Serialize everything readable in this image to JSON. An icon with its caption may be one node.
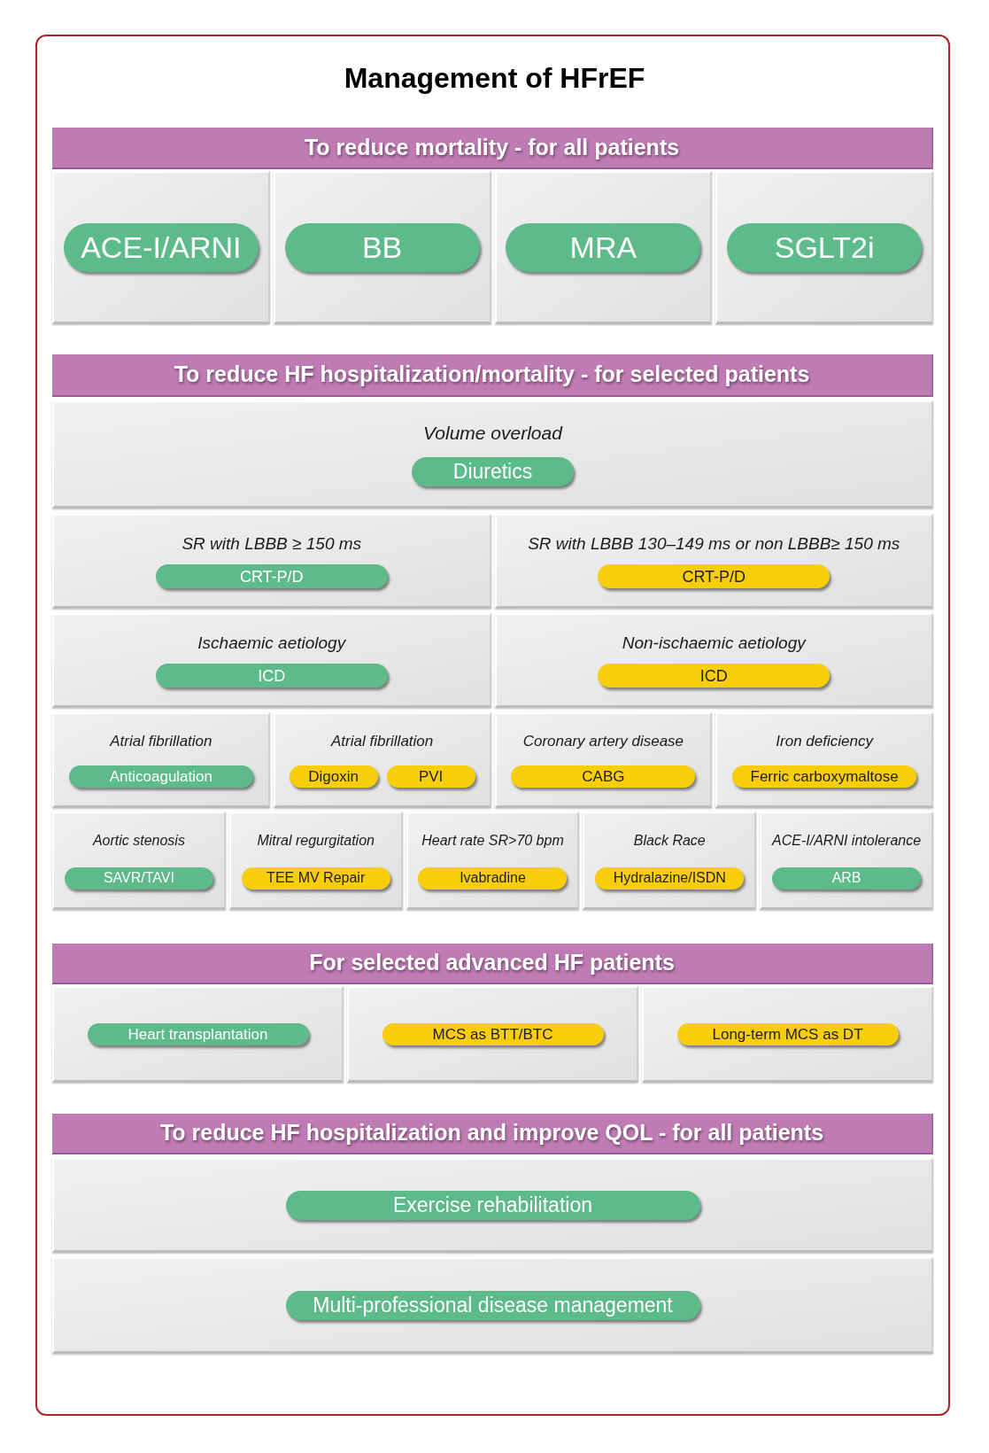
{
  "diagram": {
    "title": "Management of HFrEF",
    "nodes": [
      {
        "text": [
          "To reduce mortality - for all patients"
        ]
      },
      {
        "text": [],
        "shape": "box"
      },
      {
        "text": [
          "ACE-I/ARNI"
        ],
        "in": 1
      },
      {
        "text": [],
        "shape": "box"
      },
      {
        "text": [
          "BB"
        ],
        "in": 3
      },
      {
        "text": [],
        "shape": "box"
      },
      {
        "text": [
          "MRA"
        ],
        "in": 5
      },
      {
        "text": [],
        "shape": "box"
      },
      {
        "text": [
          "SGLT2i"
        ],
        "in": 7
      },
      {
        "text": [
          "To reduce HF hospitalization/mortality - for selected patients"
        ]
      },
      {
        "text": [
          "Volume overload"
        ]
      },
      {
        "text": [
          "Diuretics"
        ],
        "in": 10
      },
      {
        "text": [
          "SR with LBBB ≥ 150 ms"
        ]
      },
      {
        "text": [
          "CRT-P/D"
        ],
        "in": 12
      },
      {
        "text": [
          "SR with LBBB 130–149 ms or non LBBB≥ 150 ms"
        ]
      },
      {
        "text": [
          "CRT-P/D"
        ],
        "in": 14
      },
      {
        "text": [
          "Ischaemic aetiology"
        ]
      },
      {
        "text": [
          "ICD"
        ],
        "in": 16
      },
      {
        "text": [
          "Non-ischaemic aetiology"
        ]
      },
      {
        "text": [
          "ICD"
        ],
        "in": 18
      },
      {
        "text": [
          "Atrial fibrillation"
        ]
      },
      {
        "text": [
          "Anticoagulation"
        ],
        "in": 20
      },
      {
        "text": [
          "Atrial fibrillation"
        ]
      },
      {
        "text": [
          "Digoxin"
        ],
        "in": 22
      },
      {
        "text": [
          "PVI"
        ],
        "in": 22
      },
      {
        "text": [
          "Coronary artery disease"
        ]
      },
      {
        "text": [
          "CABG"
        ],
        "in": 25
      },
      {
        "text": [
          "Iron deficiency"
        ]
      },
      {
        "text": [
          "Ferric carboxymaltose"
        ],
        "in": 27
      },
      {
        "text": [
          "Aortic stenosis"
        ]
      },
      {
        "text": [
          "SAVR/TAVI"
        ],
        "in": 29
      },
      {
        "text": [
          "Mitral regurgitation"
        ]
      },
      {
        "text": [
          "TEE MV Repair"
        ],
        "in": 31
      },
      {
        "text": [
          "Heart rate SR>70 bpm"
        ]
      },
      {
        "text": [
          "Ivabradine"
        ],
        "in": 33
      },
      {
        "text": [
          "Black Race"
        ]
      },
      {
        "text": [
          "Hydralazine/ISDN"
        ],
        "in": 35
      },
      {
        "text": [
          "ACE-I/ARNI intolerance"
        ]
      },
      {
        "text": [
          "ARB"
        ],
        "in": 37
      },
      {
        "text": [
          "For selected advanced HF patients"
        ]
      },
      {
        "text": [],
        "shape": "box"
      },
      {
        "text": [
          "Heart transplantation"
        ],
        "in": 40
      },
      {
        "text": [],
        "shape": "box"
      },
      {
        "text": [
          "MCS as BTT/BTC"
        ],
        "in": 42
      },
      {
        "text": [],
        "shape": "box"
      },
      {
        "text": [
          "Long-term MCS as DT"
        ],
        "in": 44
      },
      {
        "text": [
          "To reduce HF hospitalization and improve QOL - for all patients"
        ]
      },
      {
        "text": [],
        "shape": "box"
      },
      {
        "text": [
          "Exercise rehabilitation"
        ],
        "in": 47
      },
      {
        "text": [],
        "shape": "box"
      },
      {
        "text": [
          "Multi-professional disease management"
        ],
        "in": 49
      }
    ]
  }
}
